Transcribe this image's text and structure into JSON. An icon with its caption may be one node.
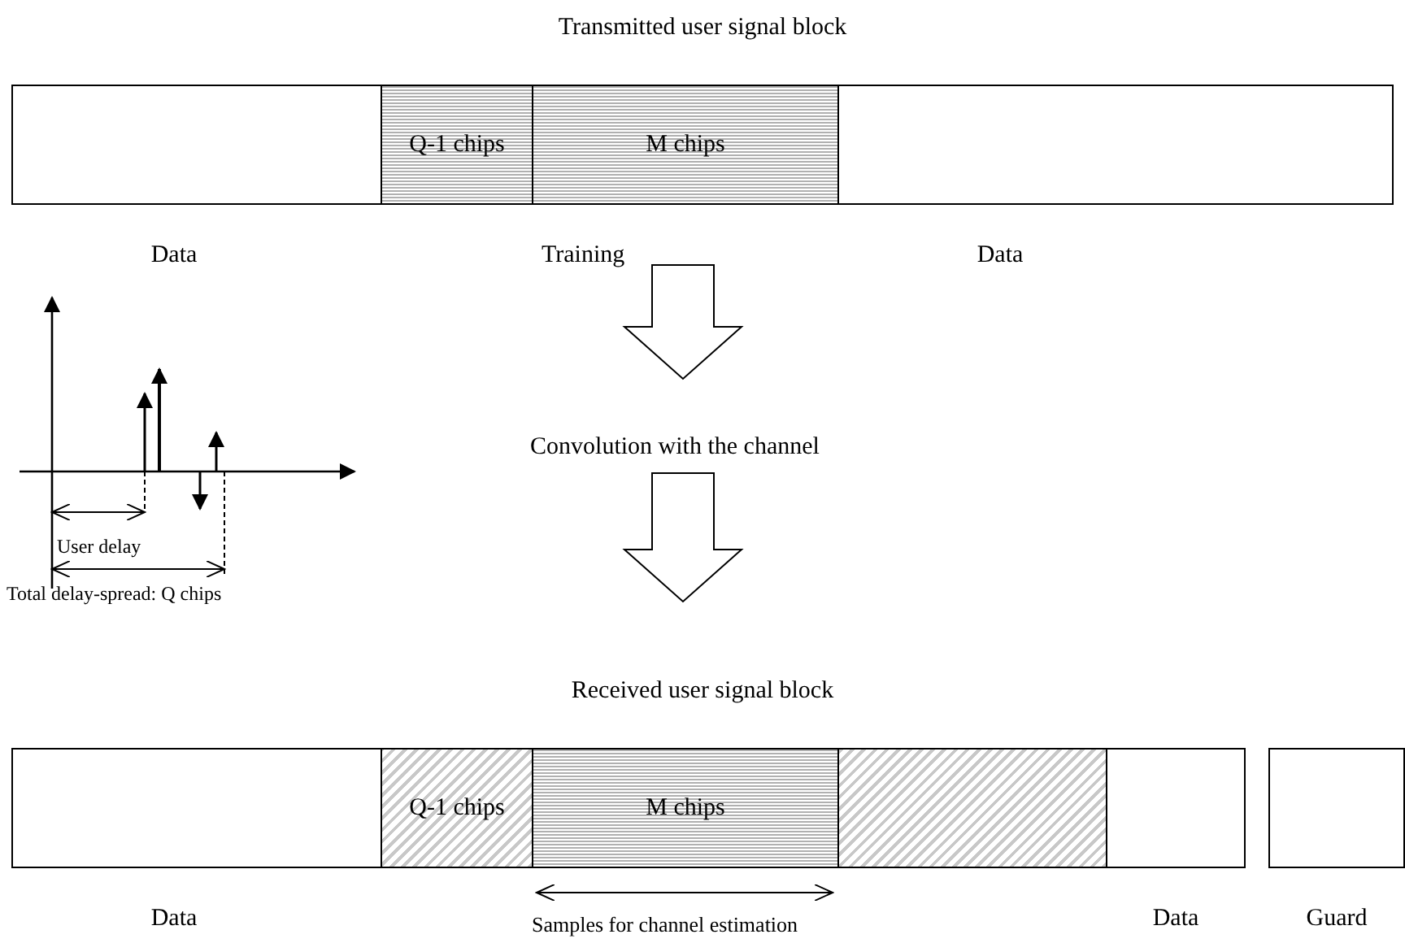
{
  "diagram": {
    "nodes": [
      {
        "text": [
          "Transmitted user signal block"
        ]
      },
      {
        "text": [],
        "shape": "box",
        "in": 0,
        "beside": [
          "Data"
        ]
      },
      {
        "text": [
          "Q-1 chips"
        ],
        "in": 0
      },
      {
        "text": [
          "M chips"
        ],
        "in": 0
      },
      {
        "text": [],
        "shape": "box",
        "in": 0,
        "beside": [
          "Data"
        ]
      },
      {
        "text": [
          "Convolution with the channel"
        ]
      },
      {
        "text": [
          "Received user signal block"
        ]
      },
      {
        "text": [],
        "shape": "box",
        "in": 6,
        "beside": [
          "Data"
        ]
      },
      {
        "text": [
          "Q-1 chips"
        ],
        "in": 6
      },
      {
        "text": [
          "M chips"
        ],
        "in": 6
      },
      {
        "text": [],
        "shape": "box",
        "in": 6
      },
      {
        "text": [],
        "shape": "box",
        "in": 6,
        "beside": [
          "Data"
        ]
      },
      {
        "text": [],
        "shape": "box",
        "in": 6,
        "beside": [
          "Guard"
        ]
      }
    ],
    "edges": [
      {
        "from": 0,
        "to": 5,
        "arrow": "to"
      },
      {
        "from": 5,
        "to": 6,
        "arrow": "to"
      }
    ],
    "labels": [
      "Training",
      "User delay",
      "Total delay-spread: Q chips",
      "Samples for channel estimation"
    ]
  }
}
